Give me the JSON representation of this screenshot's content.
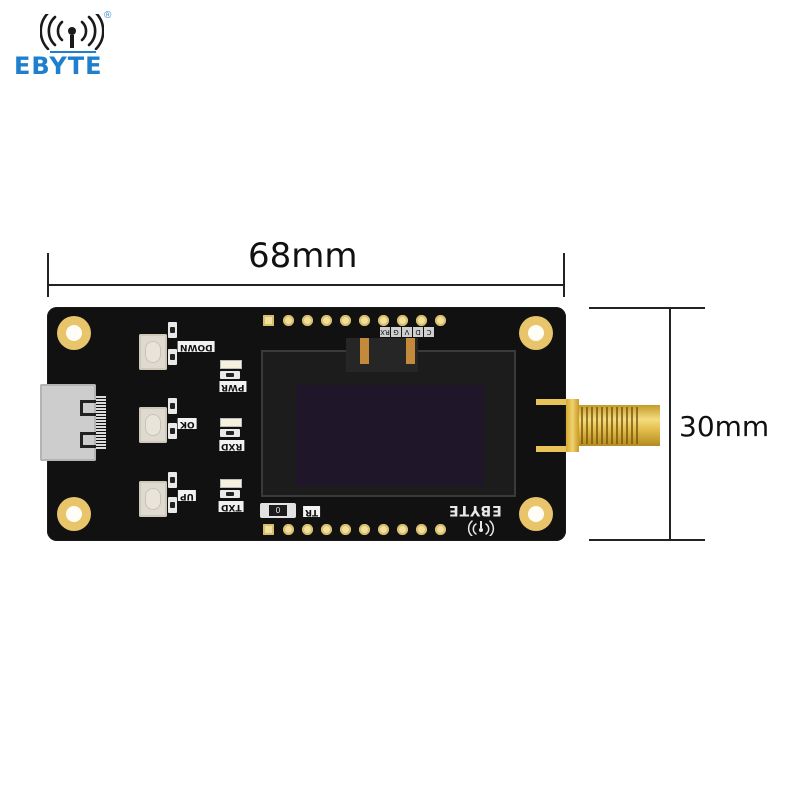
{
  "brand": {
    "name": "EBYTE",
    "registered_mark": "®",
    "icon": "wireless-signal-icon",
    "color": "#1f7fcf"
  },
  "dimensions": {
    "width_label": "68mm",
    "height_label": "30mm",
    "line_color": "#222222"
  },
  "board": {
    "color": "#111111",
    "silkscreen_labels": {
      "button_down": "DOWN",
      "button_ok": "OK",
      "button_up": "UP",
      "led_power": "PWR",
      "led_rx": "RXD",
      "led_tx": "TXD",
      "resistor_ref": "TR",
      "resistor_value": "0",
      "board_logo": "EBYTE"
    },
    "header_pin_labels": [
      "RX",
      "G",
      "V",
      "D",
      "C"
    ],
    "top_header_pad_count": 10,
    "bottom_header_pad_count": 10,
    "oled_color": "#1f1729",
    "gold_color": "#e8c46b",
    "connectors": {
      "usb": "USB Type-C",
      "antenna": "SMA"
    }
  }
}
